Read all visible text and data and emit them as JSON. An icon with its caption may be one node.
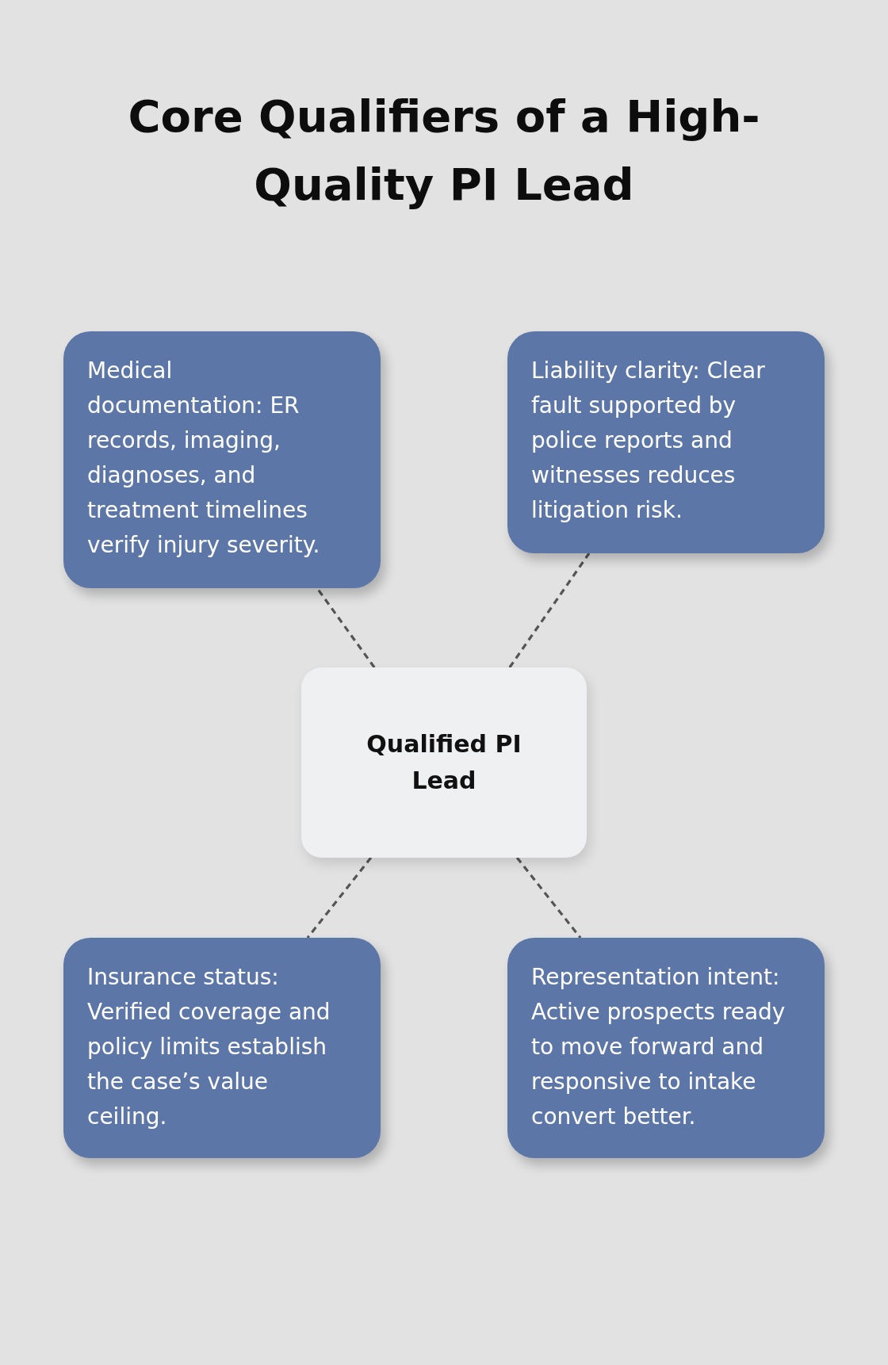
{
  "diagram": {
    "title": "Core Qualifiers of a High-Quality PI Lead",
    "nodes": [
      {
        "text": [
          "Medical documentation: ER records, imaging, diagnoses, and treatment timelines verify injury severity."
        ]
      },
      {
        "text": [
          "Liability clarity: Clear fault supported by police reports and witnesses reduces litigation risk."
        ]
      },
      {
        "text": [
          "Qualified PI Lead"
        ]
      },
      {
        "text": [
          "Insurance status: Verified coverage and policy limits establish the case’s value ceiling."
        ]
      },
      {
        "text": [
          "Representation intent: Active prospects ready to move forward and responsive to intake convert better."
        ]
      }
    ],
    "edges": [
      {
        "from": 2,
        "to": 0,
        "arrow": "none",
        "style": "dashed"
      },
      {
        "from": 2,
        "to": 1,
        "arrow": "none",
        "style": "dashed"
      },
      {
        "from": 2,
        "to": 3,
        "arrow": "none",
        "style": "dashed"
      },
      {
        "from": 2,
        "to": 4,
        "arrow": "none",
        "style": "dashed"
      }
    ]
  }
}
